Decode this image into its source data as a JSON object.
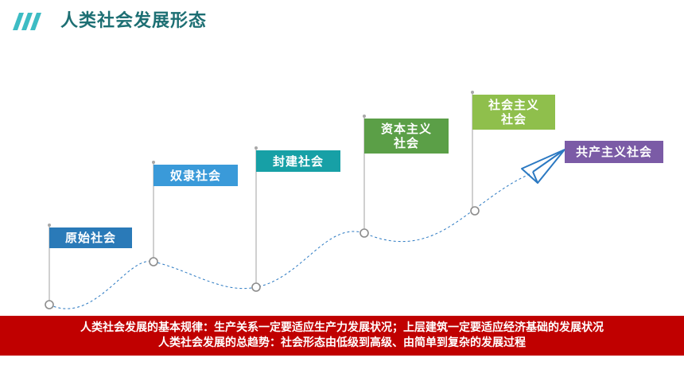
{
  "header": {
    "title": "人类社会发展形态",
    "accent_color": "#3dbcc4",
    "title_color": "#1d6f73"
  },
  "stages": [
    {
      "lines": [
        "原始社会"
      ],
      "color": "#2a7ab8"
    },
    {
      "lines": [
        "奴隶社会"
      ],
      "color": "#3a9ad9"
    },
    {
      "lines": [
        "封建社会"
      ],
      "color": "#17a0a6"
    },
    {
      "lines": [
        "资本主义",
        "社会"
      ],
      "color": "#5b9f47"
    },
    {
      "lines": [
        "社会主义",
        "社会"
      ],
      "color": "#8fbf4c"
    },
    {
      "lines": [
        "共产主义社会"
      ],
      "color": "#7b5ba6"
    }
  ],
  "path": {
    "style": "dashed",
    "color": "#2b79c2",
    "end_icon": "paper-plane-icon"
  },
  "footer": {
    "line1": "人类社会发展的基本规律：生产关系一定要适应生产力发展状况；上层建筑一定要适应经济基础的发展状况",
    "line2": "人类社会发展的总趋势：社会形态由低级到高级、由简单到复杂的发展过程",
    "background": "#c00000"
  }
}
